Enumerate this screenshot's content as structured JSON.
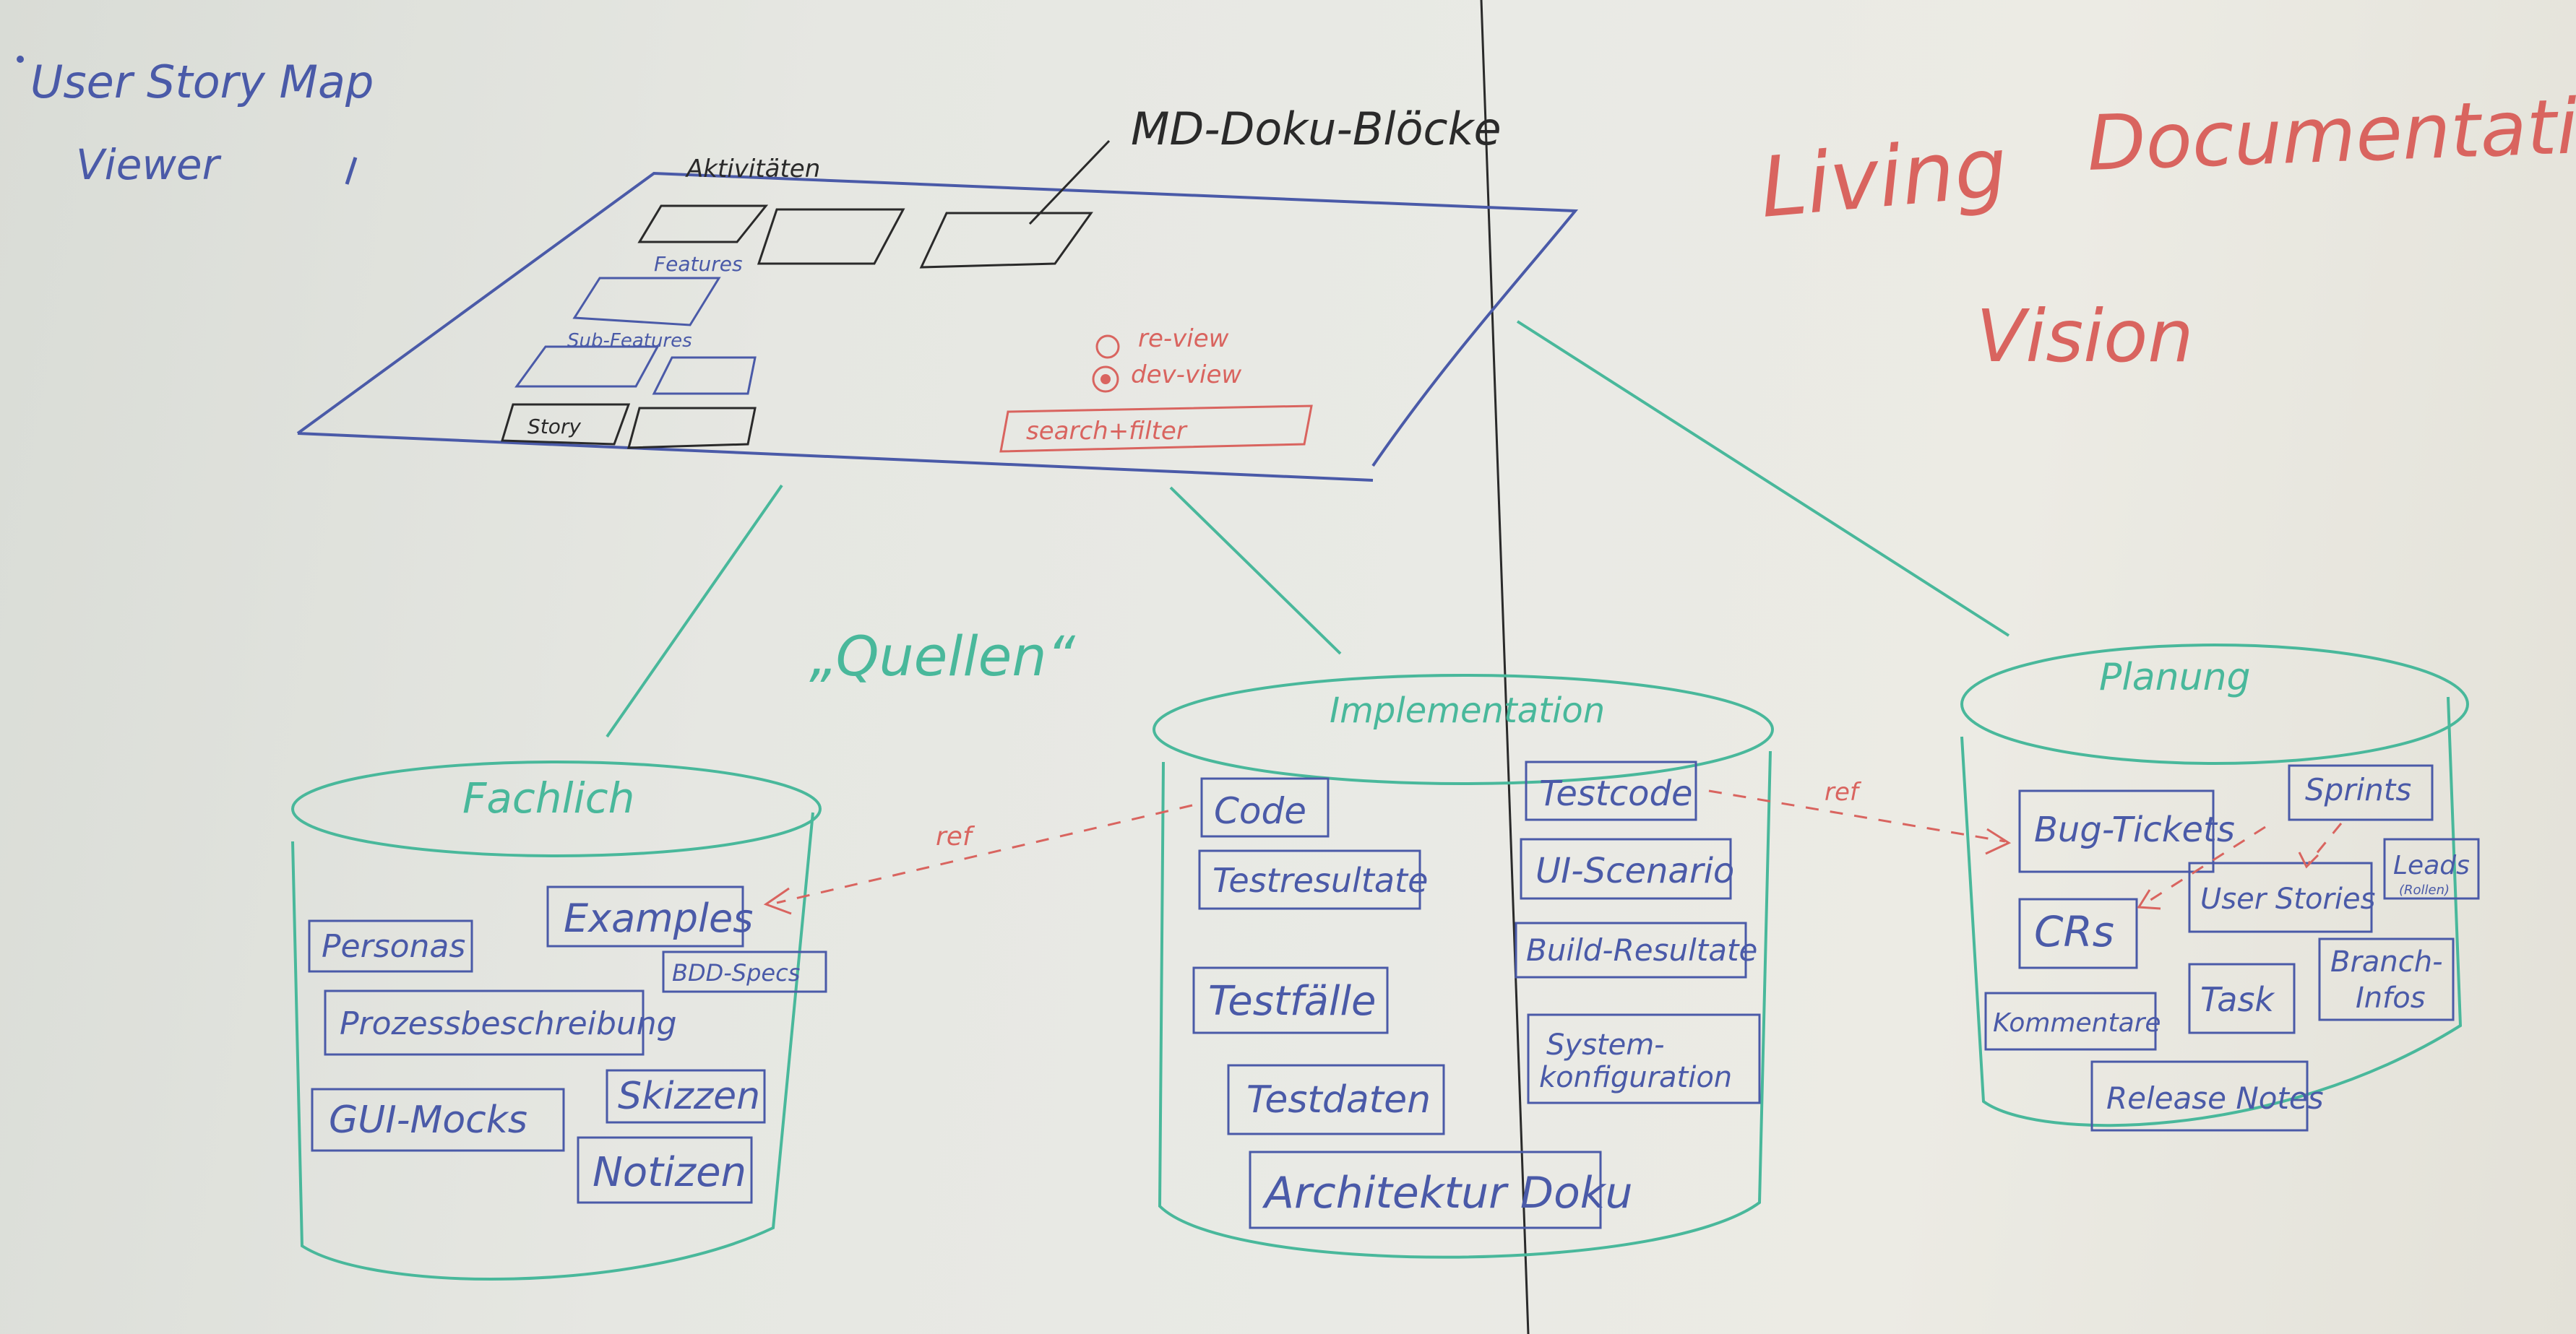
{
  "title_left": {
    "line1": "User Story Map",
    "line2": "Viewer"
  },
  "title_right": {
    "line1_a": "Living",
    "line1_b": "Documentation",
    "line2": "Vision"
  },
  "mockup": {
    "header": "Aktivitäten",
    "features_label": "Features",
    "sub_features_label": "Sub-Features",
    "story_label": "Story",
    "md_blocks_label": "MD-Doku-Blöcke",
    "radio_options": [
      "re-view",
      "dev-view"
    ],
    "selected_option": "dev-view",
    "search_label": "search+filter"
  },
  "sources_label": "„Quellen“",
  "ref_label": "ref",
  "databases": {
    "fachlich": {
      "title": "Fachlich",
      "items": [
        "Personas",
        "Examples",
        "BDD-Specs",
        "Prozessbeschreibung",
        "GUI-Mocks",
        "Skizzen",
        "Notizen"
      ]
    },
    "implementation": {
      "title": "Implementation",
      "items": [
        "Code",
        "Testresultate",
        "Testfälle",
        "Testdaten",
        "Architektur Doku",
        "Testcode",
        "UI-Scenario",
        "Build-Resultate",
        "System-",
        "konfiguration"
      ]
    },
    "planung": {
      "title": "Planung",
      "items": [
        "Bug-Tickets",
        "Sprints",
        "CRs",
        "User Stories",
        "Leads",
        "(Rollen)",
        "Kommentare",
        "Task",
        "Branch-",
        "Infos",
        "Release Notes"
      ]
    }
  },
  "colors": {
    "blue_ink": "#4a5aa8",
    "red_ink": "#d9645f",
    "green_ink": "#49b89b",
    "black_ink": "#2a2a2a"
  }
}
